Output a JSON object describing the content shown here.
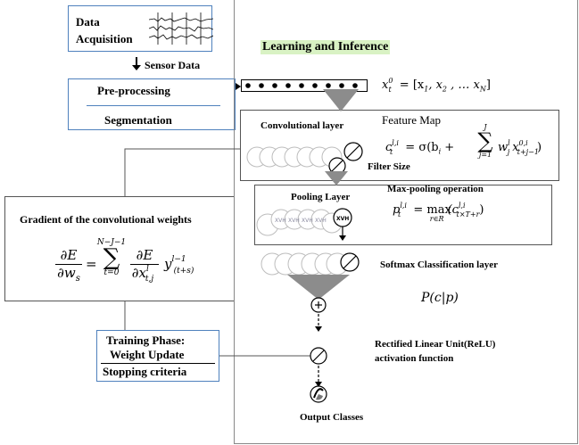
{
  "pipeline": {
    "data_acquisition": "Data\nAcquisition",
    "sensor_data": "Sensor Data",
    "preprocessing": "Pre-processing",
    "segmentation": "Segmentation",
    "training_phase": "Training Phase:",
    "weight_update": "Weight Update",
    "stopping_criteria": "Stopping criteria"
  },
  "gradient": {
    "title": "Gradient of the convolutional weights",
    "lhs_num": "∂E",
    "lhs_den": "∂w",
    "lhs_sub": "s",
    "sum_top": "N−J−1",
    "sum_bottom": "t=0",
    "rhs_num": "∂E",
    "rhs_den": "∂x",
    "rhs_den_sup": "l",
    "rhs_den_sub": "t,j",
    "y": "y",
    "y_sup": "l−1",
    "y_sub": "(t+s)"
  },
  "learning": {
    "title": "Learning and Inference",
    "input_eq": "x",
    "input_eq_sup": "0",
    "input_eq_sub": "t",
    "input_eq_rhs": " = [x",
    "input_eq_rest": ", x",
    "input_eq_end": " , … x",
    "input_eq_close": "]",
    "input_sub1": "1",
    "input_sub2": "2",
    "input_subN": "N",
    "conv_title": "Convolutional layer",
    "feature_map": "Feature Map",
    "conv_eq_lhs": "c",
    "conv_eq_sup": "l,i",
    "conv_eq_sub": "t",
    "conv_eq_mid": " = σ(b",
    "conv_eq_bi": "i",
    "conv_eq_plus": " + ",
    "conv_sum_top": "J",
    "conv_sum_bottom": "j=1",
    "conv_eq_w": "w",
    "conv_eq_w_sup": "l",
    "conv_eq_w_sub": "j",
    "conv_eq_x": "x",
    "conv_eq_x_sup": "0,i",
    "conv_eq_x_sub": "t+j−1",
    "conv_eq_close": ")",
    "filter_size": "Filter Size",
    "pool_title": "Pooling Layer",
    "maxpool": "Max-pooling operation",
    "pool_eq_lhs": "p",
    "pool_eq_sup": "l,i",
    "pool_eq_sub": "t",
    "pool_eq_max": " = max",
    "pool_eq_max_sub": "r∈R",
    "pool_eq_c": "(c",
    "pool_eq_c_sup": "l,i",
    "pool_eq_c_sub": "t×T+r",
    "pool_eq_close": ")",
    "softmax": "Softmax Classification layer",
    "prob": "P(c|p)",
    "relu": "Rectified Linear Unit(ReLU)\nactivation function",
    "output": "Output Classes",
    "node_label": "XVH"
  },
  "colors": {
    "blue_border": "#4f81bd",
    "green_highlight": "#d9f2c4",
    "gray_cone": "#8c8c8c"
  }
}
